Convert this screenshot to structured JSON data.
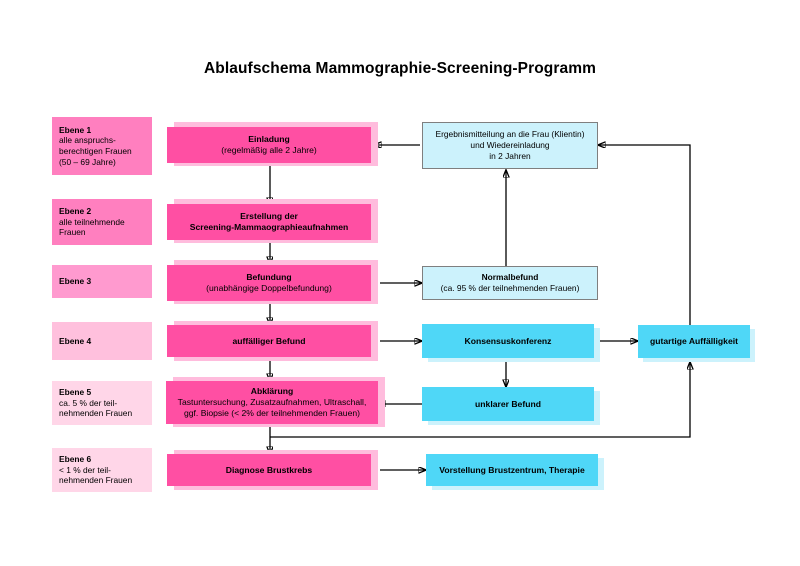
{
  "title": "Ablaufschema Mammographie-Screening-Programm",
  "colors": {
    "pink_strong": "#FF4FA3",
    "pink_shadow": "#FFBCDD",
    "level_1_2": "#FF7FBF",
    "level_3": "#FF9ACF",
    "level_4": "#FFC0DD",
    "level_5_6": "#FFD6E8",
    "blue_pale": "#CCF2FC",
    "cyan": "#4FD7F7",
    "line": "#000000"
  },
  "levels": [
    {
      "name": "Ebene 1",
      "lines": [
        "Ebene 1",
        "alle anspruchs-",
        "berechtigen Frauen",
        "(50 – 69 Jahre)"
      ]
    },
    {
      "name": "Ebene 2",
      "lines": [
        "Ebene 2",
        "alle teilnehmende",
        "Frauen"
      ]
    },
    {
      "name": "Ebene 3",
      "lines": [
        "Ebene 3"
      ]
    },
    {
      "name": "Ebene 4",
      "lines": [
        "Ebene 4"
      ]
    },
    {
      "name": "Ebene 5",
      "lines": [
        "Ebene 5",
        "ca. 5 % der teil-",
        "nehmenden Frauen"
      ]
    },
    {
      "name": "Ebene 6",
      "lines": [
        "Ebene 6",
        "< 1 % der teil-",
        "nehmenden Frauen"
      ]
    }
  ],
  "process_nodes": [
    {
      "id": "einladung",
      "lines": [
        "Einladung",
        "(regelmäßig alle 2 Jahre)"
      ]
    },
    {
      "id": "erstellung",
      "lines": [
        "Erstellung der",
        "Screening-Mammaographieaufnahmen"
      ]
    },
    {
      "id": "befundung",
      "lines": [
        "Befundung",
        "(unabhängige Doppelbefundung)"
      ]
    },
    {
      "id": "auffaelliger-befund",
      "lines": [
        "auffälliger Befund"
      ]
    },
    {
      "id": "abklaerung",
      "lines": [
        "Abklärung",
        "Tastuntersuchung, Zusatzaufnahmen, Ultraschall,",
        "ggf. Biopsie (< 2% der teilnehmenden Frauen)"
      ]
    },
    {
      "id": "diagnose-brustkrebs",
      "lines": [
        "Diagnose Brustkrebs"
      ]
    }
  ],
  "result_nodes": [
    {
      "id": "ergebnismitteilung",
      "lines": [
        "Ergebnismitteilung an die Frau (Klientin)",
        "und Wiedereinladung",
        "in 2 Jahren"
      ]
    },
    {
      "id": "normalbefund",
      "lines": [
        "Normalbefund",
        "(ca. 95 % der teilnehmenden Frauen)"
      ]
    },
    {
      "id": "konsensuskonferenz",
      "lines": [
        "Konsensuskonferenz"
      ]
    },
    {
      "id": "gutartige-auffaelligkeit",
      "lines": [
        "gutartige Auffälligkeit"
      ]
    },
    {
      "id": "unklarer-befund",
      "lines": [
        "unklarer Befund"
      ]
    },
    {
      "id": "vorstellung-brustzentrum",
      "lines": [
        "Vorstellung Brustzentrum, Therapie"
      ]
    }
  ]
}
